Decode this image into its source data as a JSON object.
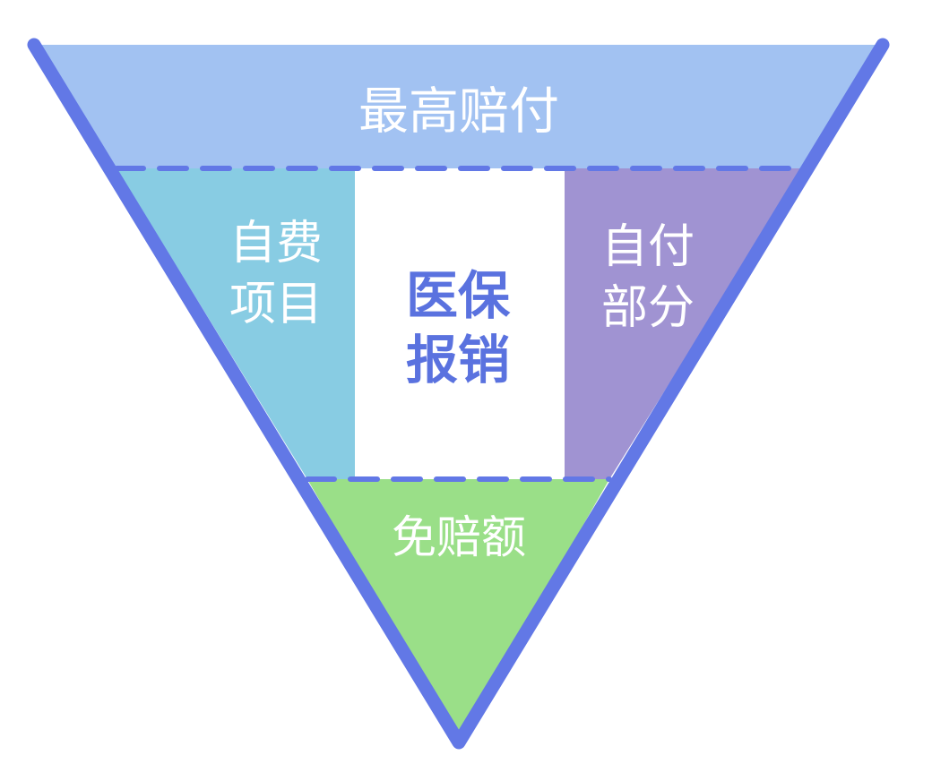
{
  "colors": {
    "outline": "#6278e6",
    "top_band": "#a2c2f2",
    "left_panel": "#88cce3",
    "center_panel": "#ffffff",
    "right_panel": "#a093d2",
    "bottom_triangle": "#9adf88",
    "label_text": "#ffffff",
    "center_label_text": "#5a72df"
  },
  "segments": {
    "top": {
      "label": "最高赔付"
    },
    "left": {
      "line1": "自费",
      "line2": "项目"
    },
    "center": {
      "line1": "医保",
      "line2": "报销"
    },
    "right": {
      "line1": "自付",
      "line2": "部分"
    },
    "bottom": {
      "label": "免赔额"
    }
  }
}
